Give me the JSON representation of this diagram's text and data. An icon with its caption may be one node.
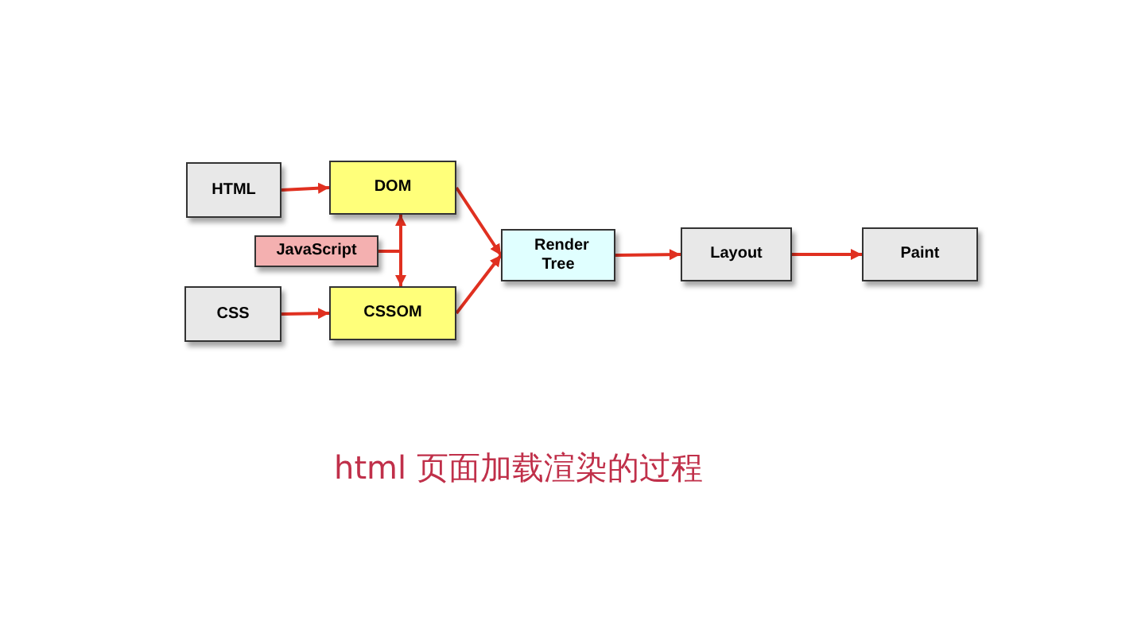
{
  "diagram": {
    "caption": "html 页面加载渲染的过程",
    "nodes": [
      {
        "text": [
          "HTML"
        ]
      },
      {
        "text": [
          "DOM"
        ]
      },
      {
        "text": [
          "JavaScript"
        ]
      },
      {
        "text": [
          "CSS"
        ]
      },
      {
        "text": [
          "CSSOM"
        ]
      },
      {
        "text": [
          "Render Tree"
        ]
      },
      {
        "text": [
          "Layout"
        ]
      },
      {
        "text": [
          "Paint"
        ]
      }
    ],
    "edges": [
      {
        "from": 0,
        "to": 1,
        "arrow": "to"
      },
      {
        "from": 2,
        "to": 1,
        "arrow": "to"
      },
      {
        "from": 2,
        "to": 4,
        "arrow": "to"
      },
      {
        "from": 3,
        "to": 4,
        "arrow": "to"
      },
      {
        "from": 1,
        "to": 5,
        "arrow": "to"
      },
      {
        "from": 4,
        "to": 5,
        "arrow": "to"
      },
      {
        "from": 5,
        "to": 6,
        "arrow": "to"
      },
      {
        "from": 6,
        "to": 7,
        "arrow": "to"
      }
    ]
  }
}
